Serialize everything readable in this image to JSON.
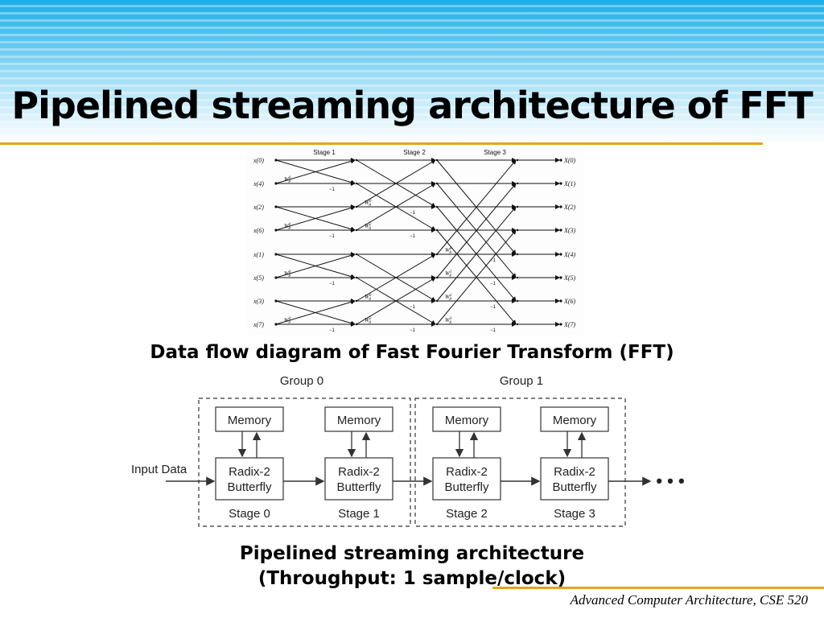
{
  "slide": {
    "title": "Pipelined streaming architecture of FFT",
    "footer": "Advanced Computer Architecture, CSE 520"
  },
  "colors": {
    "accent_rule": "#e8a317",
    "header_gradient_top": "#1aaee8"
  },
  "fft_diagram": {
    "caption": "Data flow diagram of Fast Fourier Transform (FFT)",
    "stages": [
      "Stage 1",
      "Stage 2",
      "Stage 3"
    ],
    "inputs": [
      "x(0)",
      "x(4)",
      "x(2)",
      "x(6)",
      "x(1)",
      "x(5)",
      "x(3)",
      "x(7)"
    ],
    "outputs": [
      "X(0)",
      "X(1)",
      "X(2)",
      "X(3)",
      "X(4)",
      "X(5)",
      "X(6)",
      "X(7)"
    ],
    "twiddle_s1": [
      "W8^0",
      "W8^0",
      "W8^0",
      "W8^0"
    ],
    "twiddle_s2": [
      "W8^0",
      "W8^2",
      "W8^0",
      "W8^2"
    ],
    "twiddle_s3": [
      "W8^0",
      "W8^1",
      "W8^2",
      "W8^3"
    ],
    "minus_one": "−1"
  },
  "pipeline": {
    "groups": [
      "Group 0",
      "Group 1"
    ],
    "input_label": "Input Data",
    "memory_label": "Memory",
    "butterfly_label": [
      "Radix-2",
      "Butterfly"
    ],
    "stages": [
      "Stage 0",
      "Stage 1",
      "Stage 2",
      "Stage 3"
    ],
    "continuation": "• • •",
    "caption_line1": "Pipelined streaming architecture",
    "caption_line2": "(Throughput: 1 sample/clock)"
  }
}
